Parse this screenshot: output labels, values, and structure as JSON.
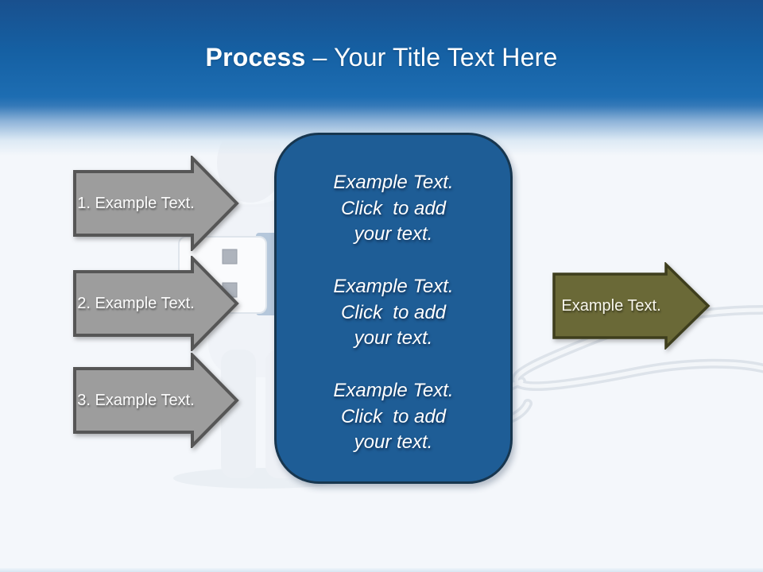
{
  "header": {
    "title_bold": "Process",
    "title_rest": "– Your Title Text Here"
  },
  "process_steps": [
    {
      "label": "1. Example Text."
    },
    {
      "label": "2. Example Text."
    },
    {
      "label": "3. Example Text."
    }
  ],
  "center_panel": {
    "blocks": [
      "Example Text.\nClick  to add\nyour text.",
      "Example Text.\nClick  to add\nyour text.",
      "Example Text.\nClick  to add\nyour text."
    ]
  },
  "result_arrow": {
    "label": "Example Text."
  },
  "colors": {
    "header_blue_top": "#19508e",
    "header_blue": "#1d6db2",
    "panel_fill": "#1e5d96",
    "panel_border": "#17364f",
    "step_arrow_fill": "#9d9d9d",
    "step_arrow_border": "#565656",
    "result_arrow_fill": "#6a6937",
    "result_arrow_border": "#3e3e1d",
    "text_white": "#ffffff"
  }
}
